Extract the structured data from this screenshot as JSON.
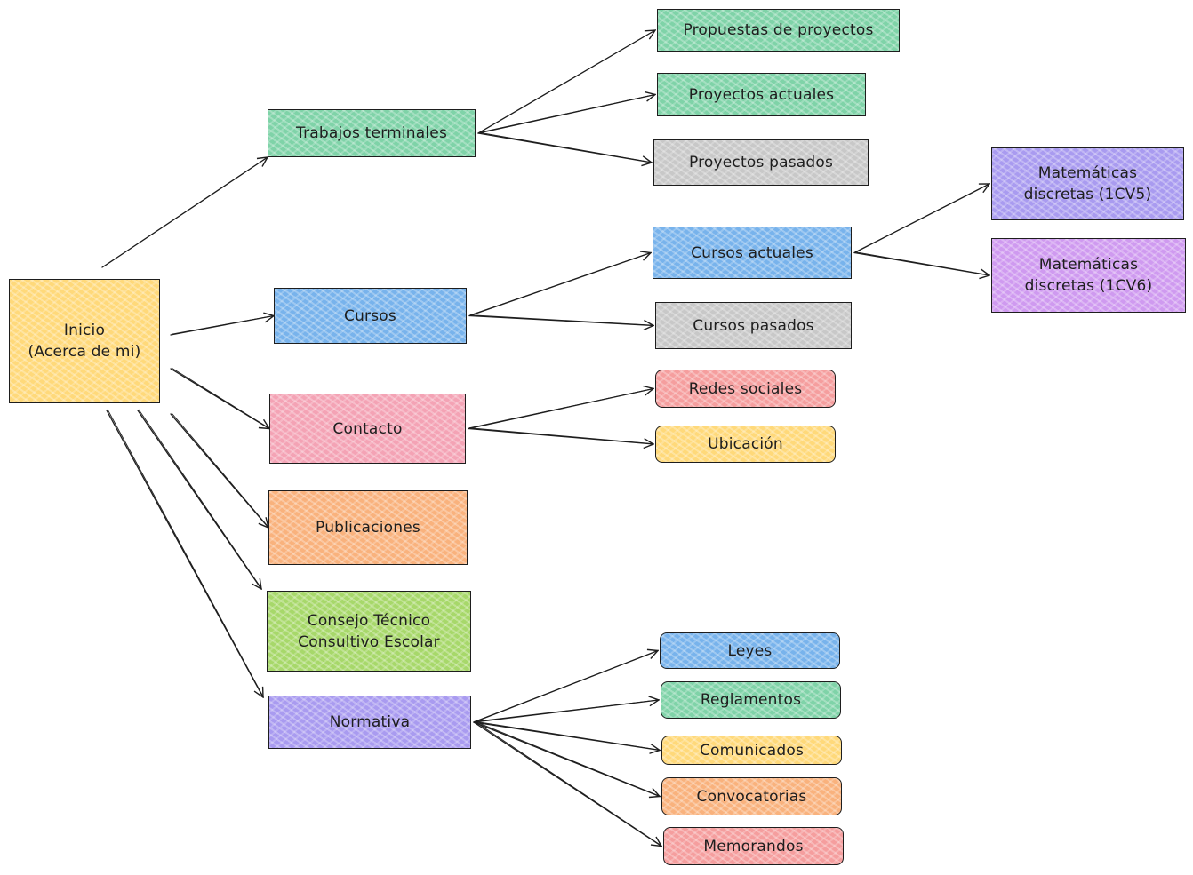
{
  "colors": {
    "yellow": "#ffd97a",
    "green": "#7fd3a8",
    "blue": "#78b3ec",
    "pink": "#f4a3b5",
    "orange": "#f9b27d",
    "lime": "#a7d86a",
    "purple": "#a99bf0",
    "grey": "#c8c8c8",
    "red": "#f59e9e",
    "violet": "#cf9af0",
    "stroke": "#1e1e1e"
  },
  "nodes": {
    "inicio": {
      "label": "Inicio\n(Acerca de mi)",
      "color": "yellow"
    },
    "trabajos_terminales": {
      "label": "Trabajos terminales",
      "color": "green"
    },
    "cursos": {
      "label": "Cursos",
      "color": "blue"
    },
    "contacto": {
      "label": "Contacto",
      "color": "pink"
    },
    "publicaciones": {
      "label": "Publicaciones",
      "color": "orange"
    },
    "consejo": {
      "label": "Consejo Técnico\nConsultivo Escolar",
      "color": "lime"
    },
    "normativa": {
      "label": "Normativa",
      "color": "purple"
    },
    "propuestas": {
      "label": "Propuestas de proyectos",
      "color": "green"
    },
    "proyectos_actuales": {
      "label": "Proyectos actuales",
      "color": "green"
    },
    "proyectos_pasados": {
      "label": "Proyectos pasados",
      "color": "grey"
    },
    "cursos_actuales": {
      "label": "Cursos actuales",
      "color": "blue"
    },
    "cursos_pasados": {
      "label": "Cursos pasados",
      "color": "grey"
    },
    "redes_sociales": {
      "label": "Redes sociales",
      "color": "red"
    },
    "ubicacion": {
      "label": "Ubicación",
      "color": "yellow"
    },
    "mate_1cv5": {
      "label": "Matemáticas\ndiscretas (1CV5)",
      "color": "purple"
    },
    "mate_1cv6": {
      "label": "Matemáticas\ndiscretas (1CV6)",
      "color": "violet"
    },
    "leyes": {
      "label": "Leyes",
      "color": "blue"
    },
    "reglamentos": {
      "label": "Reglamentos",
      "color": "green"
    },
    "comunicados": {
      "label": "Comunicados",
      "color": "yellow"
    },
    "convocatorias": {
      "label": "Convocatorias",
      "color": "orange"
    },
    "memorandos": {
      "label": "Memorandos",
      "color": "red"
    }
  },
  "edges": [
    [
      "inicio",
      "trabajos_terminales"
    ],
    [
      "inicio",
      "cursos"
    ],
    [
      "inicio",
      "contacto"
    ],
    [
      "inicio",
      "publicaciones"
    ],
    [
      "inicio",
      "consejo"
    ],
    [
      "inicio",
      "normativa"
    ],
    [
      "trabajos_terminales",
      "propuestas"
    ],
    [
      "trabajos_terminales",
      "proyectos_actuales"
    ],
    [
      "trabajos_terminales",
      "proyectos_pasados"
    ],
    [
      "cursos",
      "cursos_actuales"
    ],
    [
      "cursos",
      "cursos_pasados"
    ],
    [
      "cursos_actuales",
      "mate_1cv5"
    ],
    [
      "cursos_actuales",
      "mate_1cv6"
    ],
    [
      "contacto",
      "redes_sociales"
    ],
    [
      "contacto",
      "ubicacion"
    ],
    [
      "normativa",
      "leyes"
    ],
    [
      "normativa",
      "reglamentos"
    ],
    [
      "normativa",
      "comunicados"
    ],
    [
      "normativa",
      "convocatorias"
    ],
    [
      "normativa",
      "memorandos"
    ]
  ]
}
